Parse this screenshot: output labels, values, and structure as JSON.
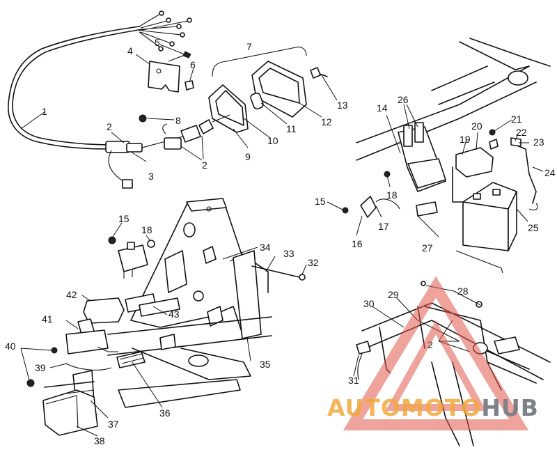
{
  "callouts": [
    "1",
    "2",
    "3",
    "4",
    "5",
    "6",
    "7",
    "8",
    "2",
    "9",
    "10",
    "11",
    "12",
    "13",
    "14",
    "26",
    "21",
    "20",
    "22",
    "19",
    "23",
    "24",
    "18",
    "15",
    "17",
    "16",
    "25",
    "27",
    "15",
    "18",
    "34",
    "33",
    "32",
    "42",
    "43",
    "41",
    "35",
    "40",
    "39",
    "36",
    "37",
    "38",
    "28",
    "29",
    "30",
    "2",
    "31"
  ],
  "watermark": {
    "brand_left": "AUTOMOTO",
    "brand_right": "HUB",
    "colors": {
      "left": "#f0a93c",
      "right": "#7e8288",
      "triangle": "#e2574c"
    }
  }
}
